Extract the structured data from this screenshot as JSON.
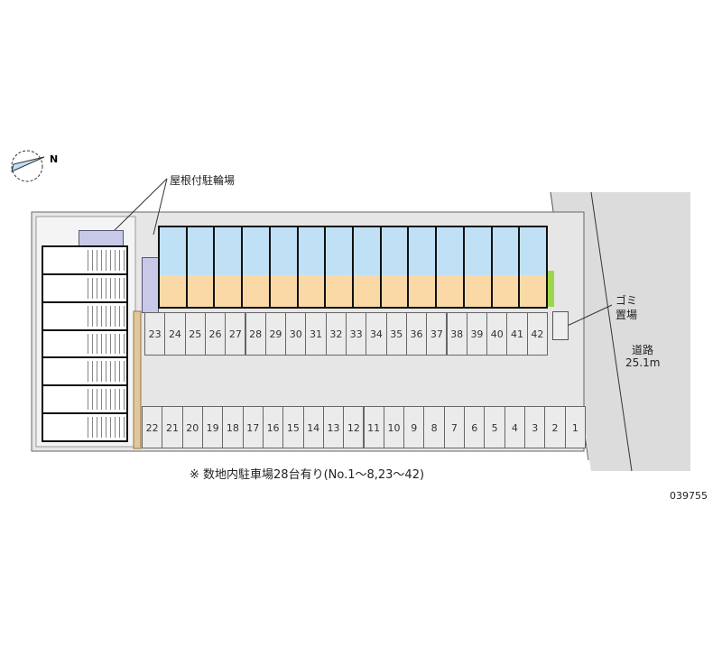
{
  "labels": {
    "bike_parking": "屋根付駐輪場",
    "garbage_line1": "ゴミ",
    "garbage_line2": "置場",
    "road_name": "道路",
    "road_width": "25.1m",
    "note": "※ 数地内駐車場28台有り(No.1～8,23～42)",
    "code": "039755",
    "north": "N"
  },
  "parking": {
    "top_row": [
      "23",
      "24",
      "25",
      "26",
      "27",
      "28",
      "29",
      "30",
      "31",
      "32",
      "33",
      "34",
      "35",
      "36",
      "37",
      "38",
      "39",
      "40",
      "41",
      "42"
    ],
    "bottom_row": [
      "22",
      "21",
      "20",
      "19",
      "18",
      "17",
      "16",
      "15",
      "14",
      "13",
      "12",
      "11",
      "10",
      "9",
      "8",
      "7",
      "6",
      "5",
      "4",
      "3",
      "2",
      "1"
    ]
  },
  "buildings": {
    "main_units": 14,
    "side_units": 7
  },
  "colors": {
    "unit_upper": "#bfe0f5",
    "unit_lower": "#fad9a6",
    "ground": "#e6e6e6",
    "road": "#dcdcdc",
    "bike": "#c8c8e8",
    "green": "#9ed84a"
  }
}
